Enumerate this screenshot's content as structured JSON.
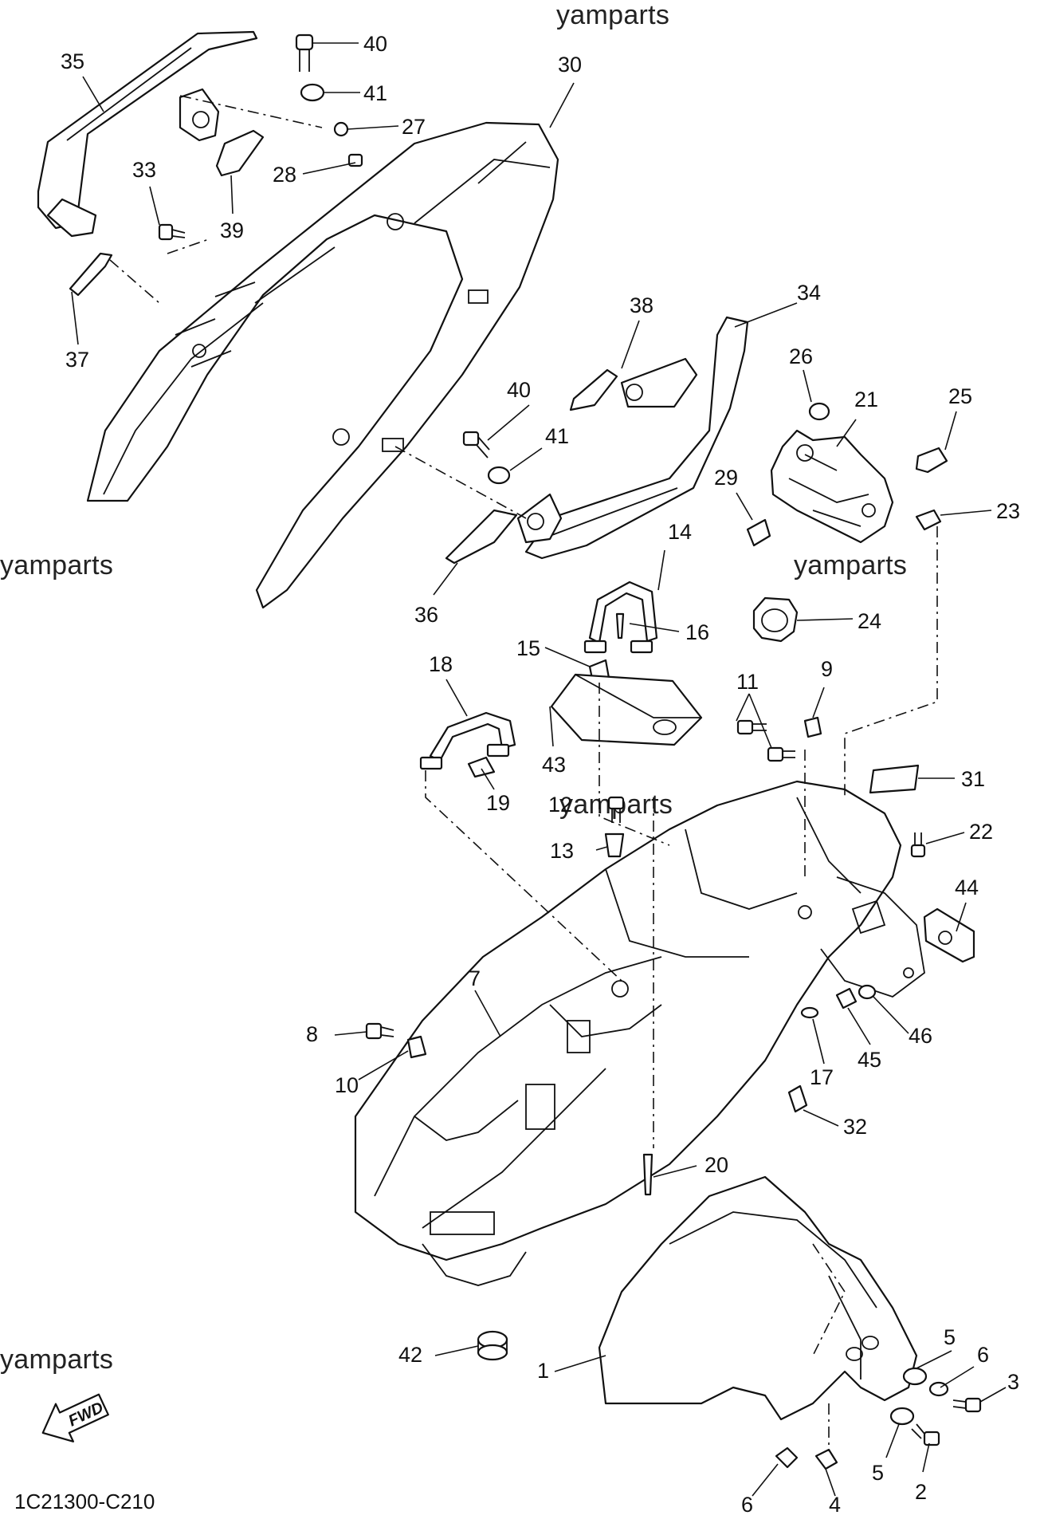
{
  "watermark": "yamparts",
  "diagram_code": "1C21300-C210",
  "fwd_label": "FWD",
  "callouts": [
    "40",
    "41",
    "27",
    "28",
    "35",
    "30",
    "33",
    "39",
    "37",
    "38",
    "34",
    "40",
    "41",
    "26",
    "21",
    "25",
    "29",
    "23",
    "36",
    "14",
    "16",
    "15",
    "24",
    "18",
    "11",
    "9",
    "43",
    "19",
    "12",
    "31",
    "13",
    "22",
    "44",
    "7",
    "8",
    "10",
    "17",
    "46",
    "45",
    "32",
    "20",
    "42",
    "1",
    "5",
    "6",
    "3",
    "5",
    "2",
    "6",
    "4"
  ]
}
